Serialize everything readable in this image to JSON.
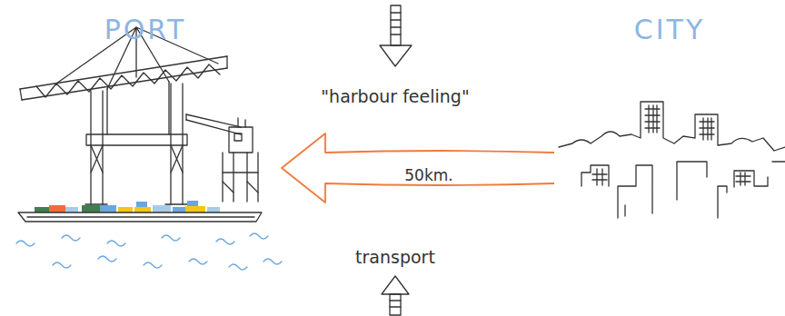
{
  "diagram": {
    "nodes": [
      {
        "text": [
          "PORT"
        ]
      },
      {
        "text": [
          "CITY"
        ]
      }
    ],
    "edges": [
      {
        "from": 1,
        "to": 0,
        "arrow": "to",
        "label": "50km."
      }
    ],
    "labels": [
      "\"harbour feeling\"",
      "transport"
    ]
  }
}
